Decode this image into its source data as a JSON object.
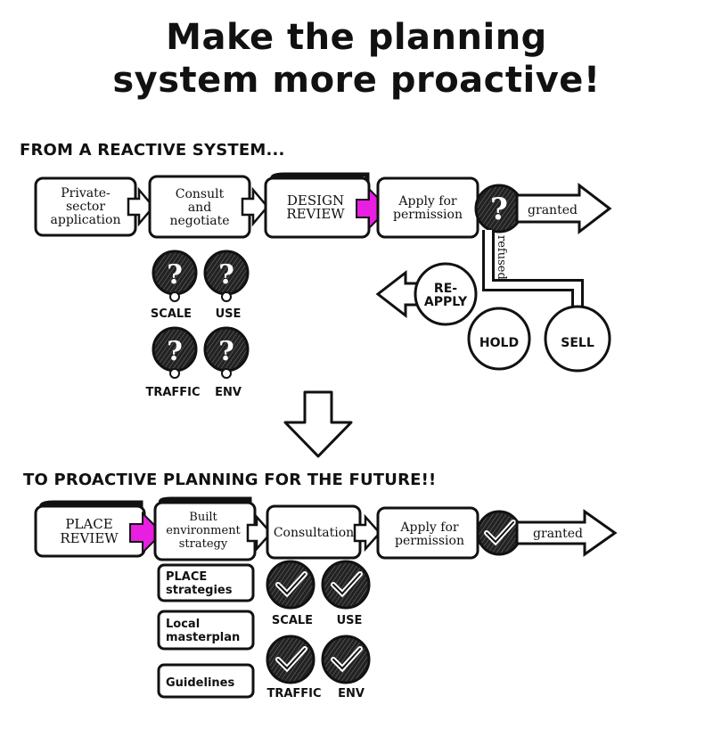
{
  "title": {
    "line1": "Make the planning",
    "line2": "system more proactive!"
  },
  "reactive": {
    "heading": "FROM A REACTIVE SYSTEM...",
    "steps": [
      {
        "line1": "Private-",
        "line2": "sector",
        "line3": "application"
      },
      {
        "line1": "Consult",
        "line2": "and",
        "line3": "negotiate"
      },
      {
        "line1": "DESIGN",
        "line2": "REVIEW"
      },
      {
        "line1": "Apply for",
        "line2": "permission"
      }
    ],
    "granted": "granted",
    "refused": "refused",
    "reapply": {
      "line1": "RE-",
      "line2": "APPLY"
    },
    "hold": "HOLD",
    "sell": "SELL",
    "issues": [
      "SCALE",
      "USE",
      "TRAFFIC",
      "ENV"
    ]
  },
  "proactive": {
    "heading": "TO PROACTIVE PLANNING FOR THE FUTURE!!",
    "steps": [
      {
        "line1": "PLACE",
        "line2": "REVIEW"
      },
      {
        "line1": "Built",
        "line2": "environment",
        "line3": "strategy"
      },
      {
        "line1": "Consultation"
      },
      {
        "line1": "Apply for",
        "line2": "permission"
      }
    ],
    "granted": "granted",
    "tools": [
      {
        "line1": "PLACE",
        "line2": "strategies"
      },
      {
        "line1": "Local",
        "line2": "masterplan"
      },
      {
        "line1": "Guidelines"
      }
    ],
    "issues": [
      "SCALE",
      "USE",
      "TRAFFIC",
      "ENV"
    ]
  },
  "colors": {
    "ink": "#111111",
    "accent": "#e81ee0",
    "paper": "#ffffff"
  }
}
